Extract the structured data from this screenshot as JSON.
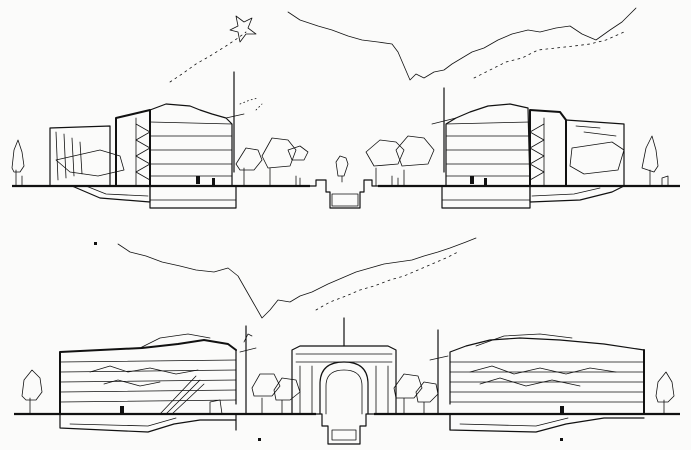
{
  "drawing": {
    "kind": "architectural-section-elevation",
    "views": [
      {
        "id": "upper",
        "label": ""
      },
      {
        "id": "lower",
        "label": ""
      }
    ],
    "ink_color": "#111111",
    "paper_color": "#fbfbfa"
  }
}
